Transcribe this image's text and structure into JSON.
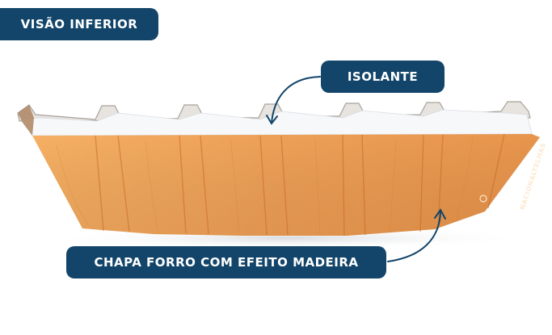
{
  "labels": {
    "view": "VISÃO INFERIOR",
    "insulation": "ISOLANTE",
    "sheet": "CHAPA FORRO COM EFEITO MADEIRA"
  },
  "brand": "NACIONALTELHAS",
  "colors": {
    "label_bg": "#13456a",
    "label_text": "#ffffff",
    "wood_light": "#f4a85a",
    "wood_dark": "#d8782e",
    "insulation": "#f4f6f8",
    "metal_edge": "#b08968",
    "arrow": "#13456a"
  },
  "icons": [
    "curved-arrow-icon",
    "logo-icon"
  ]
}
